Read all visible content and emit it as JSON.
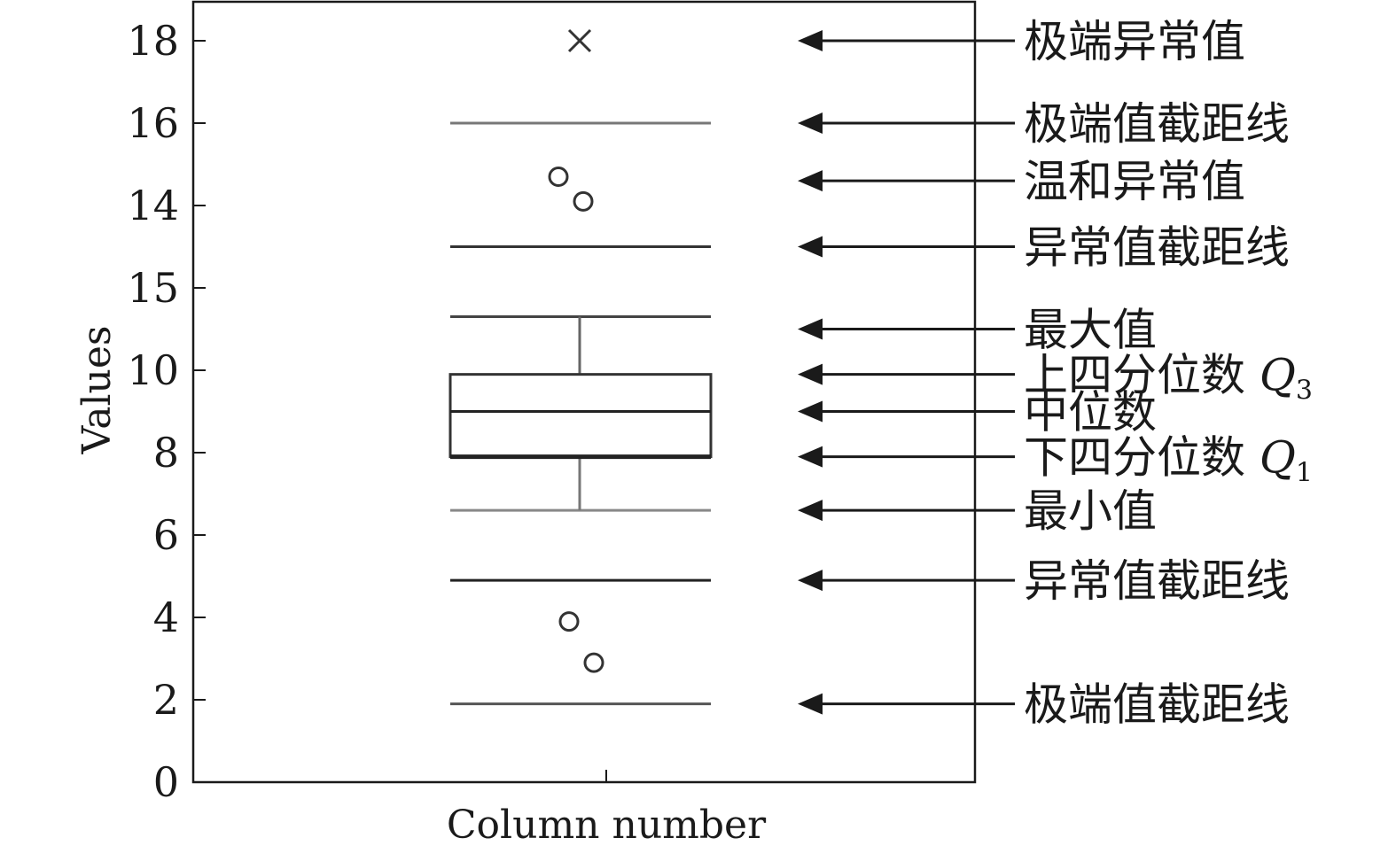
{
  "chart_data": {
    "type": "box",
    "ylabel": "Values",
    "xlabel": "Column number",
    "ytick_labels": [
      "0",
      "2",
      "4",
      "6",
      "8",
      "10",
      "15",
      "14",
      "16",
      "18"
    ],
    "box": {
      "min": 6.6,
      "q1": 7.9,
      "median": 9.0,
      "q3": 9.9,
      "max": 11.3
    },
    "fences": {
      "upper_extreme": 16.0,
      "upper_outlier": 13.0,
      "lower_outlier": 4.9,
      "lower_extreme": 1.9
    },
    "outliers": {
      "mild": [
        14.7,
        14.1,
        3.9,
        2.9
      ],
      "extreme": [
        18.0
      ]
    },
    "annotations": [
      {
        "id": "extreme-outlier",
        "text": "极端异常值",
        "y": 18.0
      },
      {
        "id": "upper-extreme-fence",
        "text": "极端值截距线",
        "y": 16.0
      },
      {
        "id": "mild-outlier",
        "text": "温和异常值",
        "y": 14.6
      },
      {
        "id": "upper-outlier-fence",
        "text": "异常值截距线",
        "y": 13.0
      },
      {
        "id": "maximum",
        "text": "最大值",
        "y": 11.0
      },
      {
        "id": "upper-quartile",
        "text": "上四分位数 ",
        "y": 9.9,
        "symbol": "Q",
        "sub": "3"
      },
      {
        "id": "median",
        "text": "中位数",
        "y": 9.0
      },
      {
        "id": "lower-quartile",
        "text": "下四分位数 ",
        "y": 7.9,
        "symbol": "Q",
        "sub": "1"
      },
      {
        "id": "minimum",
        "text": "最小值",
        "y": 6.6
      },
      {
        "id": "lower-outlier-fence",
        "text": "异常值截距线",
        "y": 4.9
      },
      {
        "id": "lower-extreme-fence",
        "text": "极端值截距线",
        "y": 1.9
      }
    ]
  }
}
